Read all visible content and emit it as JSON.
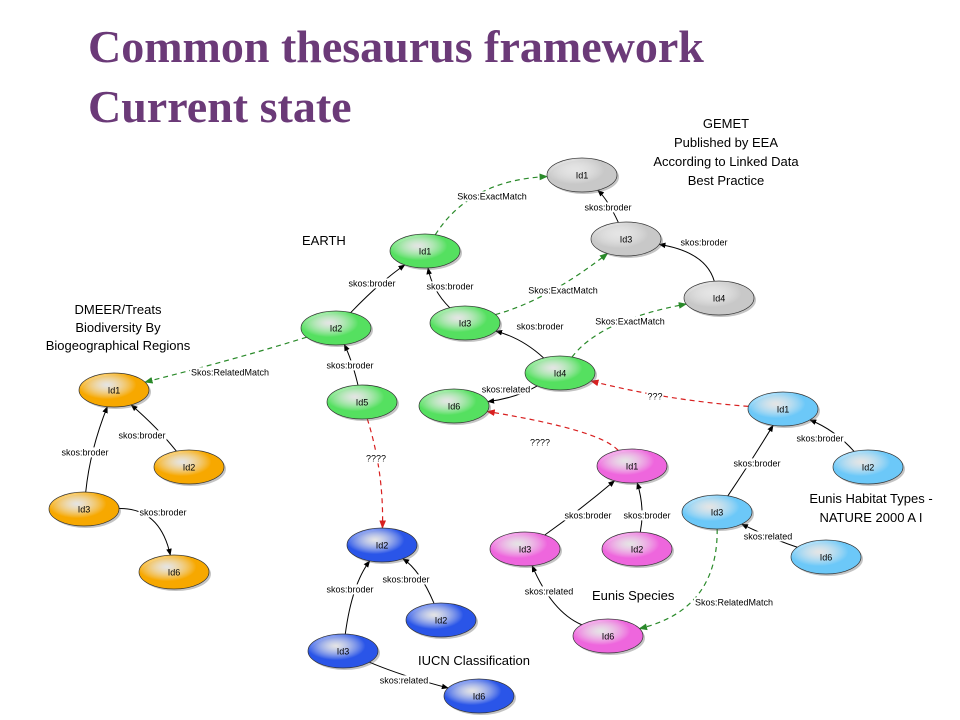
{
  "title": [
    "Common thesaurus framework",
    "Current state"
  ],
  "colors": {
    "title": "#6b3a78",
    "gemet": "#c8c8c8",
    "earth": "#55e060",
    "dmeer": "#f7a800",
    "iucn": "#2a55e8",
    "eunis_species": "#ee66dd",
    "eunis_habitat": "#6cc8f8",
    "match_edge": "#2a8a2a",
    "unknown_edge": "#d82020"
  },
  "groups": [
    {
      "id": "gemet",
      "lines": [
        "GEMET",
        "Published by EEA",
        "According to Linked Data",
        "Best Practice"
      ]
    },
    {
      "id": "earth",
      "lines": [
        "EARTH"
      ]
    },
    {
      "id": "dmeer",
      "lines": [
        "DMEER/Treats",
        "Biodiversity By",
        "Biogeographical  Regions"
      ]
    },
    {
      "id": "eunis-habitat",
      "lines": [
        "Eunis Habitat Types -",
        "NATURE 2000 A I"
      ]
    },
    {
      "id": "eunis-species",
      "lines": [
        "Eunis Species"
      ]
    },
    {
      "id": "iucn",
      "lines": [
        "IUCN Classification"
      ]
    }
  ],
  "nodes": [
    {
      "id": "g1",
      "label": "Id1",
      "group": "gemet"
    },
    {
      "id": "g3",
      "label": "Id3",
      "group": "gemet"
    },
    {
      "id": "g4",
      "label": "Id4",
      "group": "gemet"
    },
    {
      "id": "e1",
      "label": "Id1",
      "group": "earth"
    },
    {
      "id": "e2",
      "label": "Id2",
      "group": "earth"
    },
    {
      "id": "e3",
      "label": "Id3",
      "group": "earth"
    },
    {
      "id": "e4",
      "label": "Id4",
      "group": "earth"
    },
    {
      "id": "e5",
      "label": "Id5",
      "group": "earth"
    },
    {
      "id": "e6",
      "label": "Id6",
      "group": "earth"
    },
    {
      "id": "d1",
      "label": "Id1",
      "group": "dmeer"
    },
    {
      "id": "d2",
      "label": "Id2",
      "group": "dmeer"
    },
    {
      "id": "d3",
      "label": "Id3",
      "group": "dmeer"
    },
    {
      "id": "d6",
      "label": "Id6",
      "group": "dmeer"
    },
    {
      "id": "i2",
      "label": "Id2",
      "group": "iucn"
    },
    {
      "id": "i2b",
      "label": "Id2",
      "group": "iucn"
    },
    {
      "id": "i3",
      "label": "Id3",
      "group": "iucn"
    },
    {
      "id": "i6",
      "label": "Id6",
      "group": "iucn"
    },
    {
      "id": "s1",
      "label": "Id1",
      "group": "eunis-species"
    },
    {
      "id": "s2",
      "label": "Id2",
      "group": "eunis-species"
    },
    {
      "id": "s3",
      "label": "Id3",
      "group": "eunis-species"
    },
    {
      "id": "s6",
      "label": "Id6",
      "group": "eunis-species"
    },
    {
      "id": "h1",
      "label": "Id1",
      "group": "eunis-habitat"
    },
    {
      "id": "h2",
      "label": "Id2",
      "group": "eunis-habitat"
    },
    {
      "id": "h3",
      "label": "Id3",
      "group": "eunis-habitat"
    },
    {
      "id": "h6",
      "label": "Id6",
      "group": "eunis-habitat"
    }
  ],
  "edges": [
    {
      "from": "e1",
      "to": "g1",
      "label": "Skos:ExactMatch",
      "kind": "match"
    },
    {
      "from": "g3",
      "to": "g1",
      "label": "skos:broder",
      "kind": "solid"
    },
    {
      "from": "g4",
      "to": "g3",
      "label": "skos:broder",
      "kind": "solid"
    },
    {
      "from": "e3",
      "to": "g3",
      "label": "Skos:ExactMatch",
      "kind": "match"
    },
    {
      "from": "e4",
      "to": "g4",
      "label": "Skos:ExactMatch",
      "kind": "match"
    },
    {
      "from": "e2",
      "to": "e1",
      "label": "skos:broder",
      "kind": "solid"
    },
    {
      "from": "e3",
      "to": "e1",
      "label": "skos:broder",
      "kind": "solid"
    },
    {
      "from": "e4",
      "to": "e3",
      "label": "skos:broder",
      "kind": "solid"
    },
    {
      "from": "e4",
      "to": "e6",
      "label": "skos:related",
      "kind": "solid"
    },
    {
      "from": "e5",
      "to": "e2",
      "label": "skos:broder",
      "kind": "solid"
    },
    {
      "from": "e2",
      "to": "d1",
      "label": "Skos:RelatedMatch",
      "kind": "match"
    },
    {
      "from": "d2",
      "to": "d1",
      "label": "skos:broder",
      "kind": "solid"
    },
    {
      "from": "d3",
      "to": "d1",
      "label": "skos:broder",
      "kind": "solid"
    },
    {
      "from": "d3",
      "to": "d6",
      "label": "skos:broder",
      "kind": "solid"
    },
    {
      "from": "e5",
      "to": "i2",
      "label": "????",
      "kind": "unknown"
    },
    {
      "from": "i3",
      "to": "i2",
      "label": "skos:broder",
      "kind": "solid"
    },
    {
      "from": "i2b",
      "to": "i2",
      "label": "skos:broder",
      "kind": "solid"
    },
    {
      "from": "i3",
      "to": "i6",
      "label": "skos:related",
      "kind": "solid"
    },
    {
      "from": "h1",
      "to": "e4",
      "label": "???",
      "kind": "unknown"
    },
    {
      "from": "s1",
      "to": "e6",
      "label": "????",
      "kind": "unknown"
    },
    {
      "from": "s3",
      "to": "s1",
      "label": "skos:broder",
      "kind": "solid"
    },
    {
      "from": "s2",
      "to": "s1",
      "label": "skos:broder",
      "kind": "solid"
    },
    {
      "from": "s6",
      "to": "s3",
      "label": "skos:related",
      "kind": "solid"
    },
    {
      "from": "h3",
      "to": "s6",
      "label": "Skos:RelatedMatch",
      "kind": "match"
    },
    {
      "from": "h2",
      "to": "h1",
      "label": "skos:broder",
      "kind": "solid"
    },
    {
      "from": "h3",
      "to": "h1",
      "label": "skos:broder",
      "kind": "solid"
    },
    {
      "from": "h6",
      "to": "h3",
      "label": "skos:related",
      "kind": "solid"
    }
  ]
}
